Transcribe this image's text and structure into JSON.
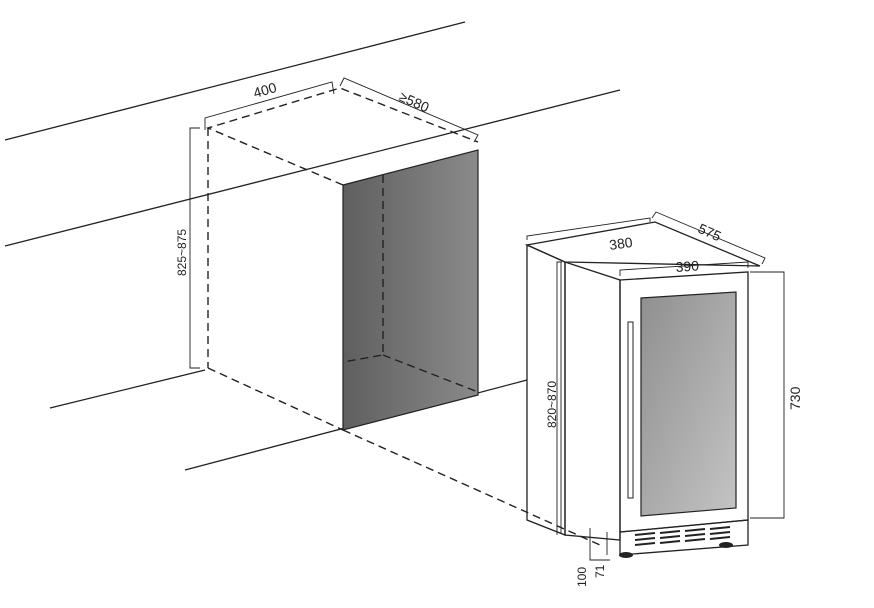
{
  "title": "Built-in installation dimensions",
  "colors": {
    "line": "#222222",
    "cavity": "#6f6f6f",
    "glass": "#a9a9a9"
  },
  "cavity": {
    "width_label": "400",
    "depth_label": "≥580",
    "height_label": "825~875"
  },
  "appliance": {
    "width_label": "380",
    "depth_label": "575",
    "door_width_label": "390",
    "height_label": "820~870",
    "door_height_label": "730",
    "base_height_label": "100",
    "plinth_label": "71"
  }
}
